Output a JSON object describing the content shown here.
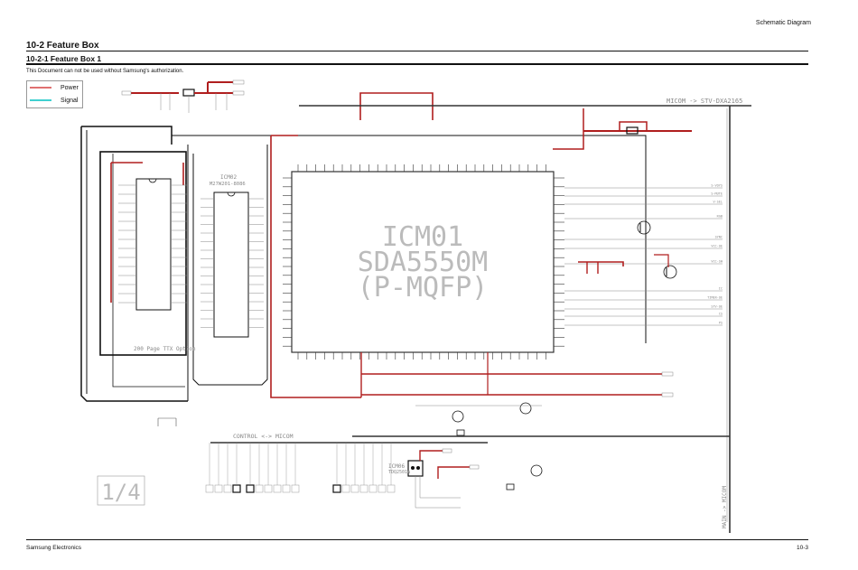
{
  "header": {
    "section_label": "Schematic Diagram",
    "title": "10-2 Feature Box",
    "subtitle": "10-2-1 Feature Box 1",
    "notice": "This Document can not be used without Samsung's authorization."
  },
  "legend": {
    "items": [
      {
        "label": "Power",
        "color": "#e07070"
      },
      {
        "label": "Signal",
        "color": "#40d0d0"
      }
    ]
  },
  "schematic": {
    "colors": {
      "power": "#b01e1e",
      "wire": "#888888",
      "bus": "#333333",
      "box": "#111111"
    },
    "main_ic": {
      "ref": "ICM01",
      "part": "SDA5550M",
      "package": "(P-MQFP)"
    },
    "ic02": {
      "ref": "ICM02",
      "part": "M27W201-8086"
    },
    "ttx_option_label": "200 Page TTX Option",
    "ic06": {
      "ref": "ICM06",
      "part": "TDQ2501A"
    },
    "bus_labels": {
      "micom_to_stv": "MICOM -> STV-DXA2165",
      "control_micom": "CONTROL <-> MICOM",
      "main_micom": "MAIN -> MICOM"
    },
    "right_signals": [
      "S-VOYS",
      "S-MUTE",
      "V-SEL",
      "RGB",
      "SYNC",
      "VCC-OE",
      "VCC-SW",
      "IC",
      "TIMER-OE",
      "STV-OE",
      "CS",
      "PS"
    ],
    "page_index": "1/4"
  },
  "footer": {
    "company": "Samsung Electronics",
    "page": "10-3"
  }
}
